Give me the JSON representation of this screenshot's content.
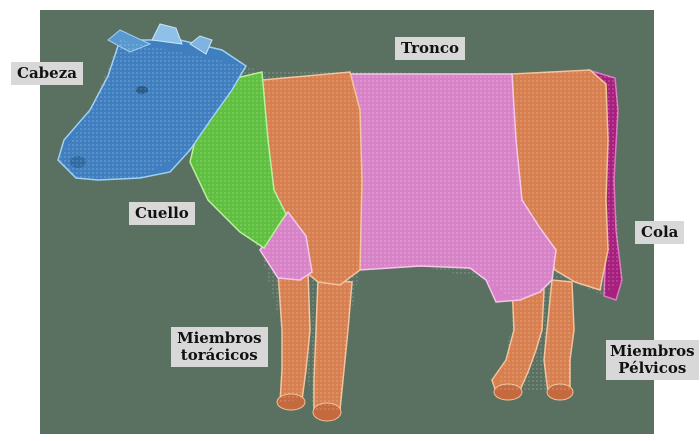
{
  "diagram": {
    "background_color": "#5a7060",
    "regions": [
      {
        "id": "cabeza",
        "color": "#3f7fbf"
      },
      {
        "id": "cuello",
        "color": "#5fbf3f"
      },
      {
        "id": "tronco-anterior",
        "color": "#d77f4f"
      },
      {
        "id": "tronco-medio",
        "color": "#d883c8"
      },
      {
        "id": "tronco-posterior",
        "color": "#d77f4f"
      },
      {
        "id": "cola",
        "color": "#a8207e"
      }
    ],
    "labels": {
      "cabeza": "Cabeza",
      "tronco": "Tronco",
      "cuello": "Cuello",
      "cola": "Cola",
      "miembros_toracicos": [
        "Miembros",
        "torácicos"
      ],
      "miembros_pelvicos": [
        "Miembros",
        "Pélvicos"
      ]
    }
  }
}
